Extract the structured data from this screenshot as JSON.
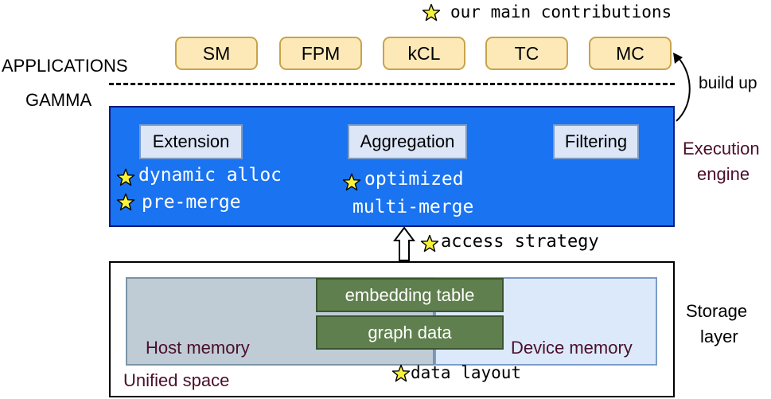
{
  "legend": {
    "text": "our main contributions"
  },
  "applications": {
    "label": "APPLICATIONS",
    "items": [
      "SM",
      "FPM",
      "kCL",
      "TC",
      "MC"
    ]
  },
  "gamma_label": "GAMMA",
  "build_up_label": "build up",
  "execution_engine": {
    "label_line1": "Execution",
    "label_line2": "engine",
    "operators": [
      "Extension",
      "Aggregation",
      "Filtering"
    ],
    "extension_notes": [
      "dynamic alloc",
      "pre-merge"
    ],
    "aggregation_notes": [
      "optimized",
      "multi-merge"
    ]
  },
  "access_strategy_label": "access strategy",
  "storage": {
    "label_line1": "Storage",
    "label_line2": "layer",
    "host_memory": "Host memory",
    "device_memory": "Device memory",
    "embedding_table": "embedding table",
    "graph_data": "graph data",
    "unified_space": "Unified space",
    "data_layout_label": "data layout"
  },
  "colors": {
    "engine_blue": "#1a73f0",
    "app_box_fill": "#fde9b8",
    "star_fill": "#f7f23a",
    "data_box_green": "#5f7f4e",
    "label_maroon": "#4a0f2a"
  }
}
